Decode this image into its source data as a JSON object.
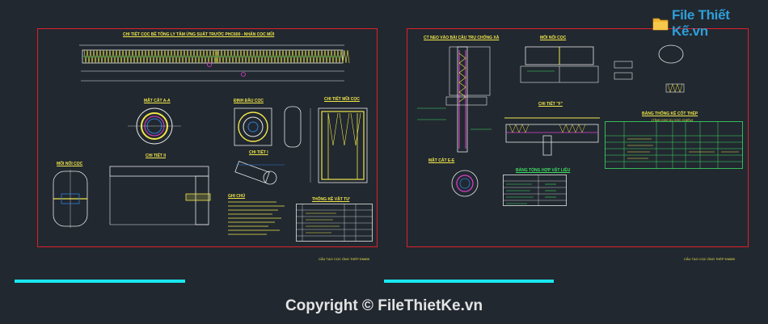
{
  "logo": {
    "brand": "File Thiết Kế.vn"
  },
  "copyright": "Copyright © FileThietKe.vn",
  "left_sheet": {
    "titles": {
      "pile_elevation": "CHI TIẾT CỌC BÊ TÔNG LY TÂM ỨNG SUẤT TRƯỚC PHC600 - NHẤN CỌC MŨI",
      "section_aa": "MẶT CẮT A-A",
      "pile_head": "ĐỊNH ĐẦU CỌC",
      "pile_tip_detail": "CHI TIẾT MŨI CỌC",
      "detail_ii": "CHI TIẾT II",
      "detail_i": "CHI TIẾT I",
      "splice": "MỐI NỐI CỌC",
      "notes": "GHI CHÚ",
      "material_stats": "THỐNG KÊ VẬT TƯ"
    },
    "stamp": "CẤU TẠO CỌC ỐNG THÉP DN600"
  },
  "right_sheet": {
    "titles": {
      "pile_head_connection": "CT NEO VÀO BÀI CẦU TRỤ CHỐNG XÀ",
      "splice": "MỐI NỐI CỌC",
      "detail_f": "CHI TIẾT \"F\"",
      "section_ee": "MẶT CẮT E-E",
      "steel_stats": "BẢNG THỐNG KÊ CỐT THÉP",
      "steel_subtitle": "(TÍNH CHO 01 CỌC CHIỀU)",
      "summary_table": "BẢNG TỔNG HỢP VẬT LIỆU"
    },
    "stamp": "CẤU TẠO CỌC ỐNG THÉP DN600"
  }
}
